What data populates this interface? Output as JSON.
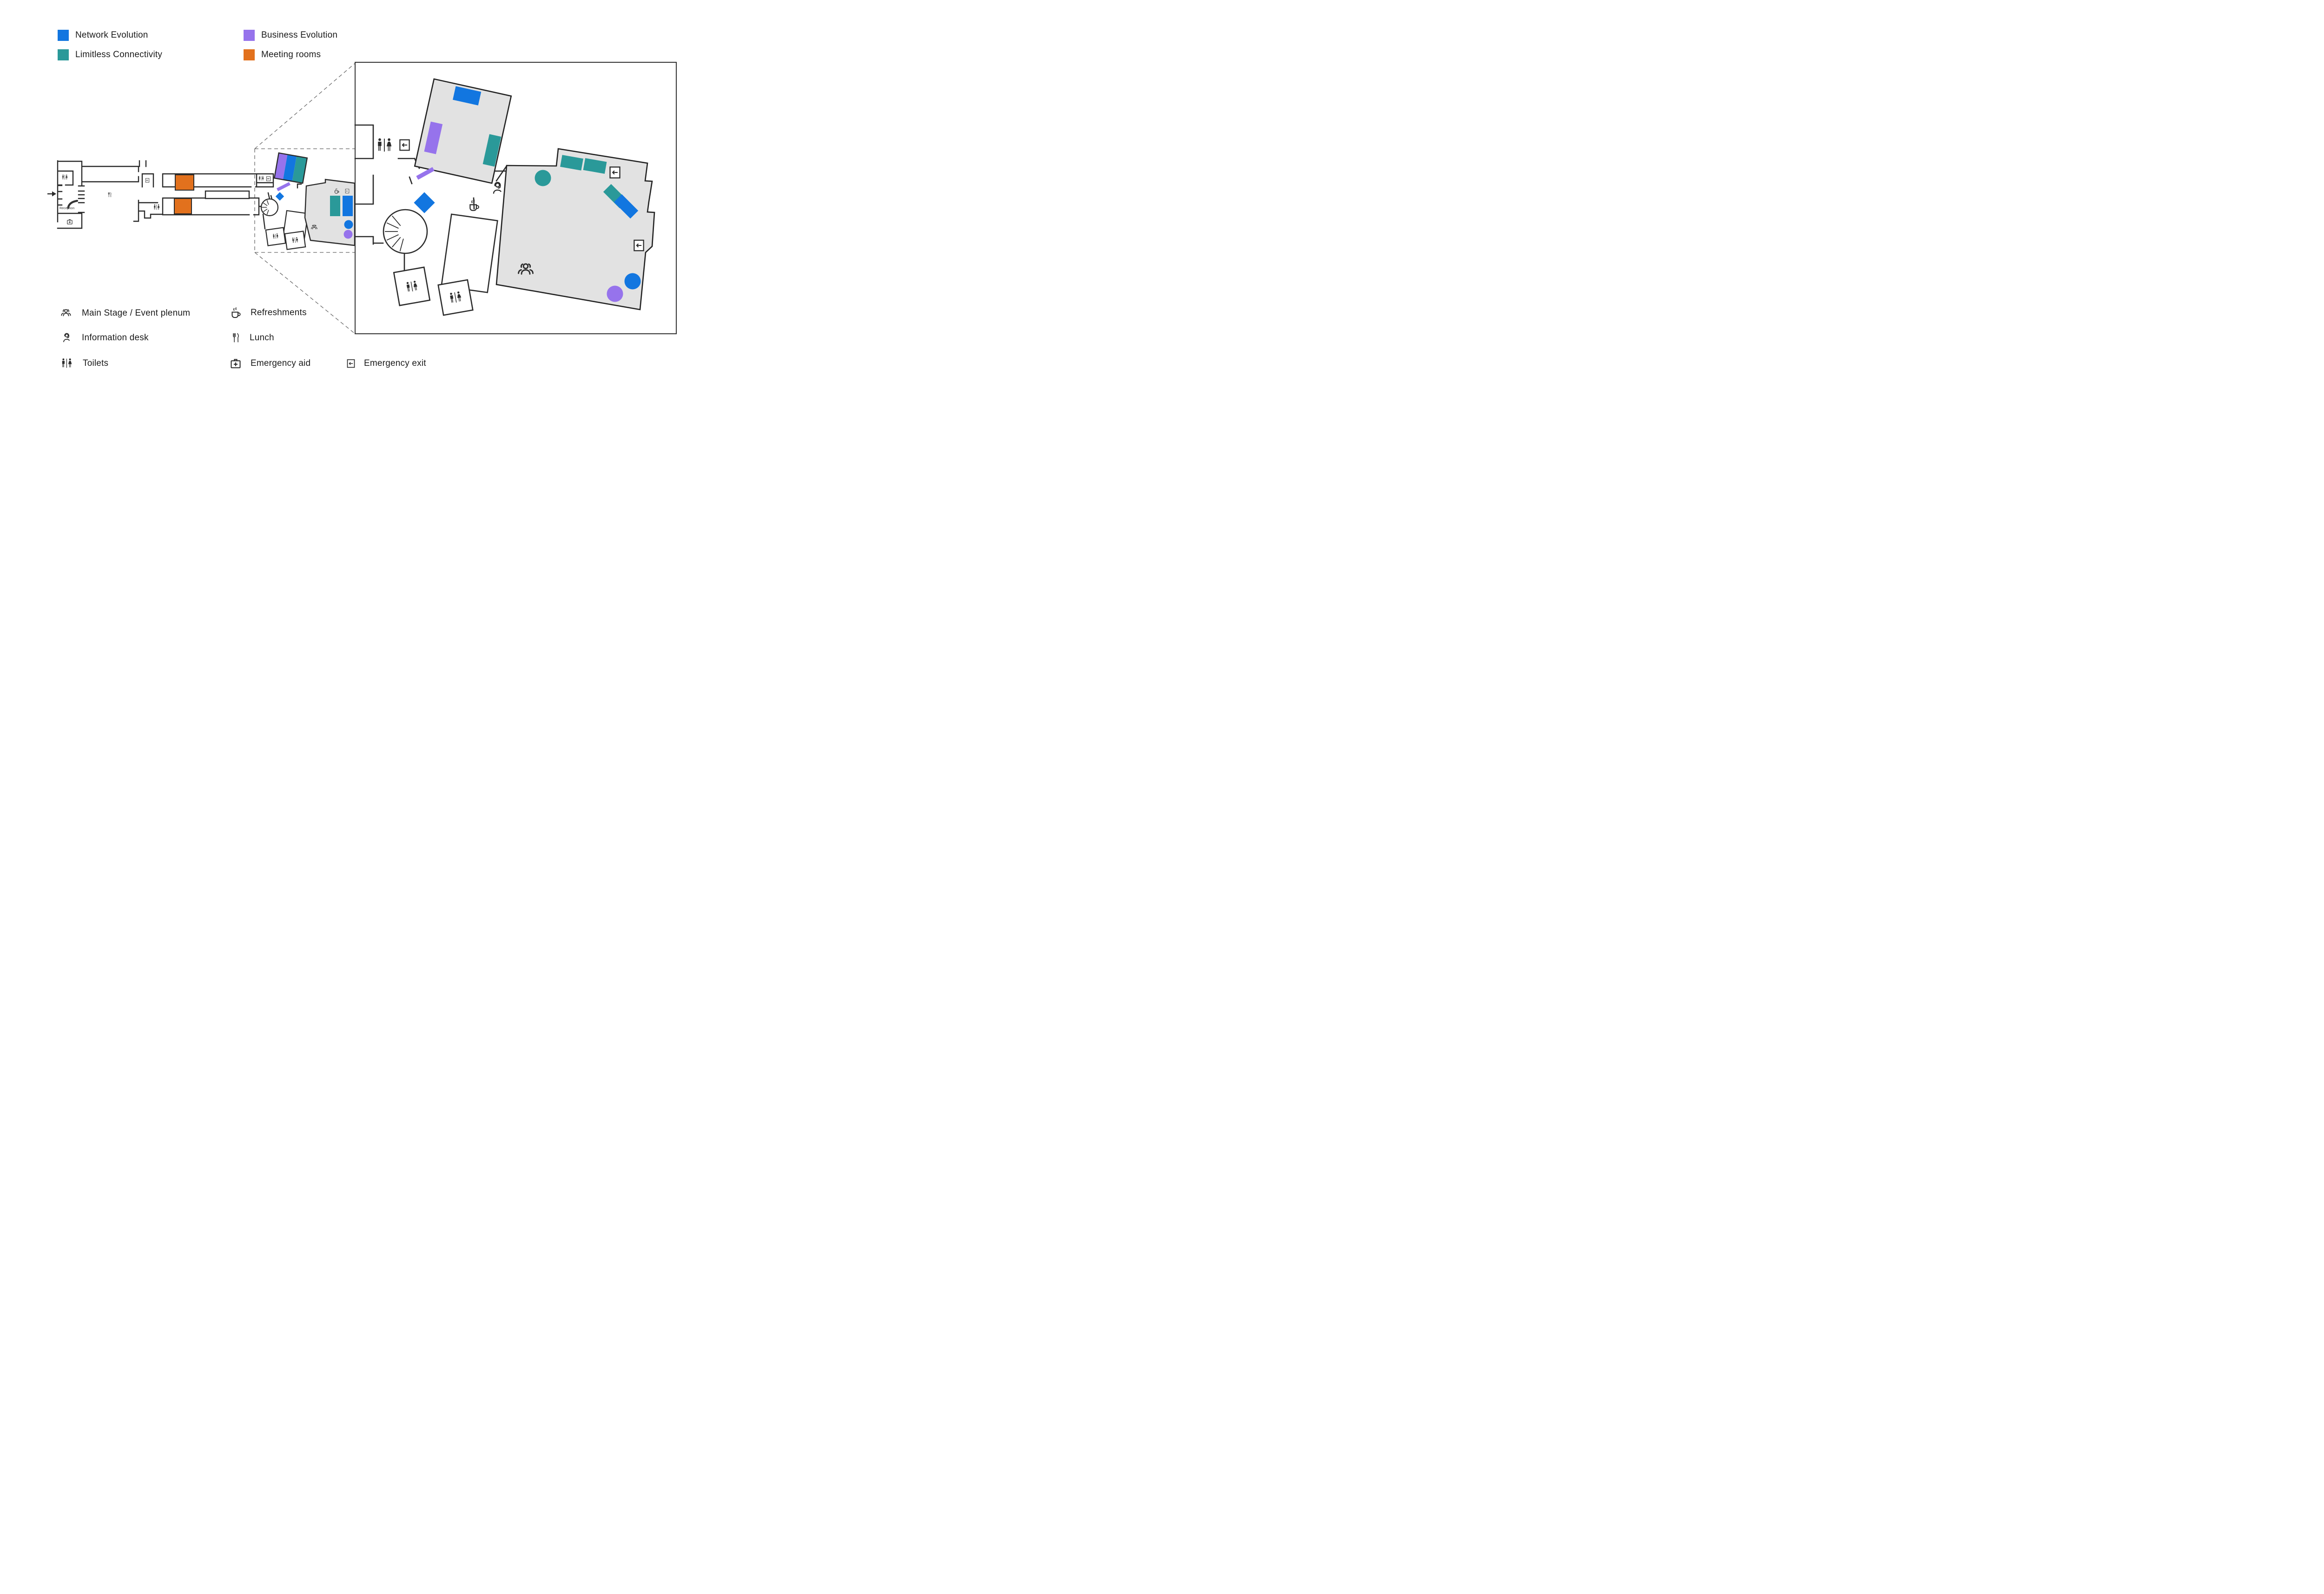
{
  "legend_program": {
    "items": [
      {
        "key": "network-evolution",
        "label": "Network Evolution",
        "color": "#1276E0"
      },
      {
        "key": "limitless-connectivity",
        "label": "Limitless Connectivity",
        "color": "#2A9999"
      },
      {
        "key": "business-evolution",
        "label": "Business Evolution",
        "color": "#9673EC"
      },
      {
        "key": "meeting-rooms",
        "label": "Meeting rooms",
        "color": "#E2711D"
      }
    ]
  },
  "legend_facilities": {
    "items": [
      {
        "key": "main-stage",
        "label": "Main Stage / Event plenum",
        "icon": "main-stage-icon"
      },
      {
        "key": "refreshments",
        "label": "Refreshments",
        "icon": "refreshments-icon"
      },
      {
        "key": "information-desk",
        "label": "Information desk",
        "icon": "information-desk-icon"
      },
      {
        "key": "lunch",
        "label": "Lunch",
        "icon": "lunch-icon"
      },
      {
        "key": "toilets",
        "label": "Toilets",
        "icon": "toilets-icon"
      },
      {
        "key": "emergency-aid",
        "label": "Emergency aid",
        "icon": "emergency-aid-icon"
      },
      {
        "key": "emergency-exit",
        "label": "Emergency exit",
        "icon": "emergency-exit-icon"
      }
    ]
  },
  "floor_plan": {
    "reception_label": "Reception"
  },
  "colors": {
    "network_blue": "#1276E0",
    "connectivity_teal": "#2A9999",
    "business_purple": "#9673EC",
    "meeting_orange": "#E2711D",
    "room_gray": "#E2E2E2",
    "wall": "#2B2B2B",
    "ink": "#1A1A1A",
    "box_border": "#333333",
    "dash": "#666666"
  }
}
